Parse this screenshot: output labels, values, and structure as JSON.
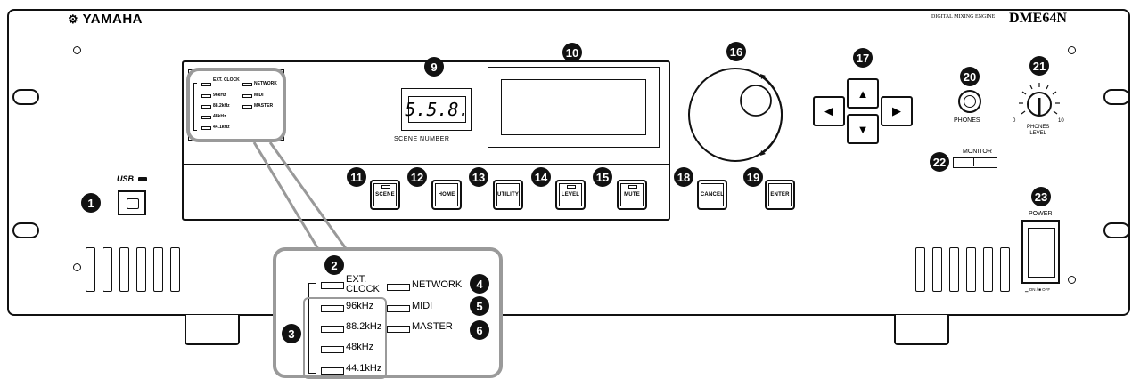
{
  "brand": {
    "logo": "YAMAHA",
    "product_line": "DIGITAL MIXING ENGINE",
    "model": "DME64N"
  },
  "display": {
    "scene_number_value": "5.5.8.",
    "scene_number_label": "SCENE NUMBER"
  },
  "status_leds": {
    "left": [
      "96kHz",
      "88.2kHz",
      "48kHz",
      "44.1kHz"
    ],
    "ext_clock": "EXT. CLOCK",
    "right": [
      "NETWORK",
      "MIDI",
      "MASTER"
    ]
  },
  "zoom_leds": {
    "ext_clock_line1": "EXT.",
    "ext_clock_line2": "CLOCK",
    "left": [
      "96kHz",
      "88.2kHz",
      "48kHz",
      "44.1kHz"
    ],
    "right": [
      "NETWORK",
      "MIDI",
      "MASTER"
    ]
  },
  "buttons": {
    "scene": "SCENE",
    "home": "HOME",
    "utility": "UTILITY",
    "level": "LEVEL",
    "mute": "MUTE",
    "cancel": "CANCEL",
    "enter": "ENTER"
  },
  "arrows": {
    "up": "▲",
    "down": "▼",
    "left": "◀",
    "right": "▶"
  },
  "phones": {
    "label": "PHONES",
    "level_label_1": "PHONES",
    "level_label_2": "LEVEL",
    "min": "0",
    "max": "10"
  },
  "monitor": {
    "label": "MONITOR"
  },
  "power": {
    "label": "POWER",
    "state_label": "▁ ON / ■ OFF"
  },
  "usb": {
    "label": "USB"
  },
  "callouts": [
    "1",
    "2",
    "3",
    "4",
    "5",
    "6",
    "9",
    "10",
    "11",
    "12",
    "13",
    "14",
    "15",
    "16",
    "17",
    "18",
    "19",
    "20",
    "21",
    "22",
    "23"
  ]
}
